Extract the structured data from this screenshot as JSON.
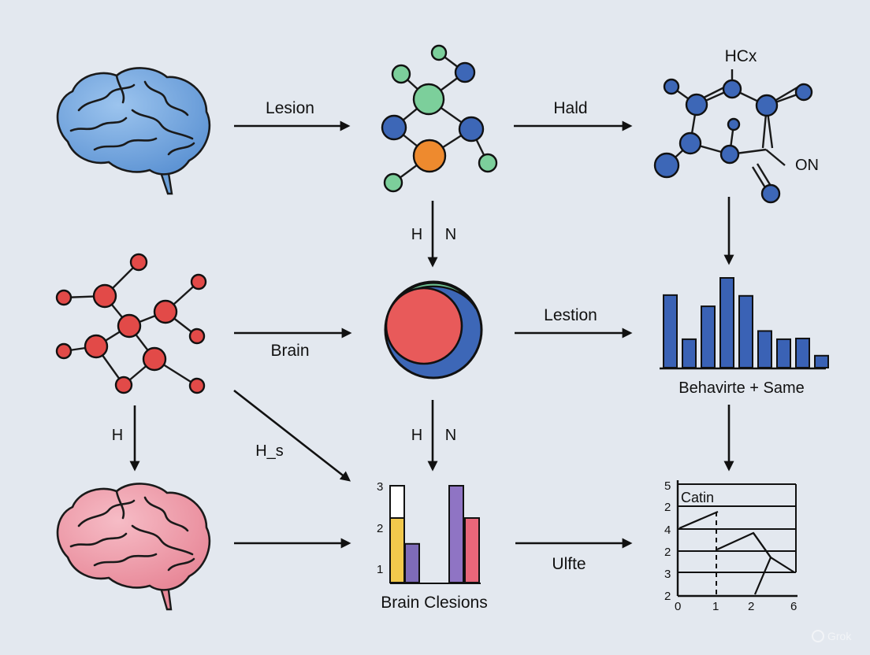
{
  "labels": {
    "arrow_top_1": "Lesion",
    "arrow_top_2": "Hald",
    "vertical_1_left": "H",
    "vertical_1_right": "N",
    "arrow_mid_1": "Brain",
    "arrow_mid_2": "Lestion",
    "vertical_2_left": "H",
    "vertical_2_right": "N",
    "vertical_left": "H",
    "diagonal": "H_s",
    "arrow_bottom_2": "Ulfte",
    "molecule_top_right_1": "HCx",
    "molecule_top_right_2": "ON",
    "watermark": "Grok"
  },
  "charts": {
    "behavior_bars": {
      "caption": "Behavirte + Same",
      "values": [
        9.7,
        3.8,
        8.2,
        12.0,
        9.6,
        4.9,
        3.8,
        3.9,
        1.6
      ],
      "color": "#3a62b5"
    },
    "lesion_bars": {
      "caption": "Brain Clesions",
      "ticks": [
        "3",
        "2",
        "1"
      ],
      "bars": [
        {
          "top": 3,
          "fill_to": 2,
          "color": "#f2c94c"
        },
        {
          "top": 1.2,
          "fill_to": 1.2,
          "color": "#7e6bb8"
        },
        {
          "top": 0,
          "fill_to": 0,
          "color": "#ffffff"
        },
        {
          "top": 3,
          "fill_to": 3,
          "color": "#8f74c4"
        },
        {
          "top": 2,
          "fill_to": 2,
          "color": "#e8677a"
        }
      ]
    },
    "line_chart": {
      "title": "Catin",
      "y_ticks": [
        "5",
        "2",
        "4",
        "2",
        "3",
        "2"
      ],
      "x_ticks": [
        "0",
        "1",
        "2",
        "6"
      ]
    }
  },
  "colors": {
    "brain_blue": "#6fa3dc",
    "brain_pink": "#ef9aa8",
    "atom_green": "#7ccf9b",
    "atom_blue": "#3d67b7",
    "atom_orange": "#ee8a2e",
    "atom_red": "#e24a48"
  }
}
